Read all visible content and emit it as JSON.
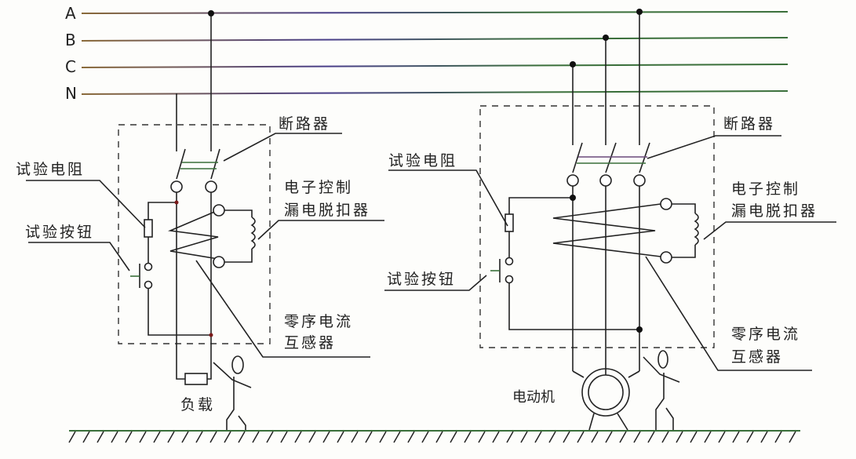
{
  "bus": {
    "lines": [
      {
        "label": "A"
      },
      {
        "label": "B"
      },
      {
        "label": "C"
      },
      {
        "label": "N"
      }
    ],
    "colors": [
      "#4a3f8a",
      "#3a6f3a",
      "#8a6a3a"
    ]
  },
  "left_circuit": {
    "labels": {
      "breaker": "断路器",
      "test_resistor": "试验电阻",
      "test_button": "试验按钮",
      "trip_unit_line1": "电子控制",
      "trip_unit_line2": "漏电脱扣器",
      "ct_line1": "零序电流",
      "ct_line2": "互感器",
      "load": "负载"
    }
  },
  "right_circuit": {
    "labels": {
      "breaker": "断路器",
      "test_resistor": "试验电阻",
      "test_button": "试验按钮",
      "trip_unit_line1": "电子控制",
      "trip_unit_line2": "漏电脱扣器",
      "ct_line1": "零序电流",
      "ct_line2": "互感器",
      "motor": "电动机"
    }
  }
}
